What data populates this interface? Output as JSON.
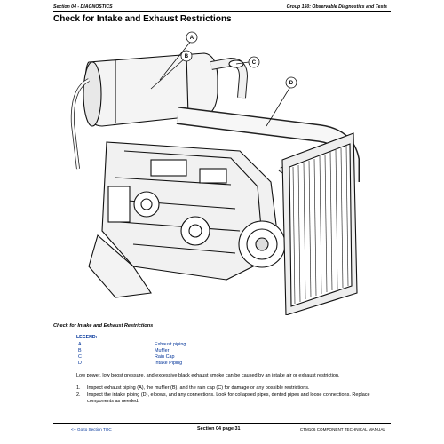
{
  "header": {
    "section": "Section 04 - DIAGNOSTICS",
    "group": "Group 150: Observable Diagnostics and Tests"
  },
  "title": "Check for Intake and Exhaust Restrictions",
  "figure": {
    "callouts": [
      "A",
      "B",
      "C",
      "D"
    ],
    "caption": "Check for Intake and Exhaust Restrictions"
  },
  "legend": {
    "title": "LEGEND:",
    "items": [
      {
        "key": "A",
        "value": "Exhaust piping"
      },
      {
        "key": "B",
        "value": "Muffler"
      },
      {
        "key": "C",
        "value": "Rain Cap"
      },
      {
        "key": "D",
        "value": "Intake Piping"
      }
    ]
  },
  "body": {
    "intro": "Low power, low boost pressure, and excessive black exhaust smoke can be caused by an intake air or exhaust restriction.",
    "steps": [
      {
        "num": "1.",
        "text": "Inspect exhaust piping (A), the muffler (B), and the rain cap (C) for damage or any possible restrictions."
      },
      {
        "num": "2.",
        "text": "Inspect the intake piping (D), elbows, and any connections. Look for collapsed pipes, dented pipes and loose connections. Replace components as needed."
      }
    ]
  },
  "footer": {
    "link": "<-- Go to Section TOC",
    "page": "Section 04 page 31",
    "manual": "CTM106 COMPONENT TECHNICAL MANUAL"
  }
}
